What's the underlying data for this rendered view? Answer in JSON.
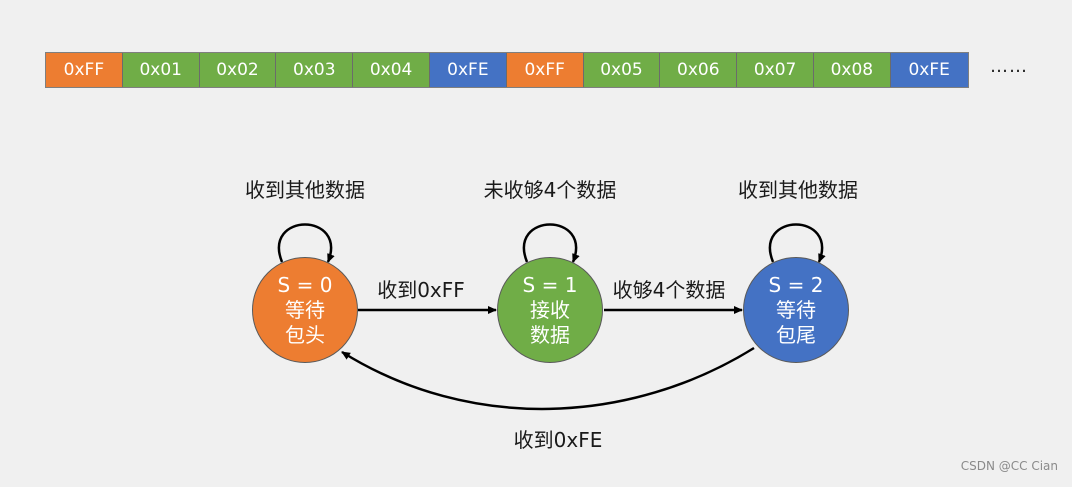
{
  "colors": {
    "orange": "#ed7d31",
    "green": "#70ad47",
    "blue": "#4472c4",
    "arrow": "#000000"
  },
  "byte_strip": [
    {
      "text": "0xFF",
      "color": "orange"
    },
    {
      "text": "0x01",
      "color": "green"
    },
    {
      "text": "0x02",
      "color": "green"
    },
    {
      "text": "0x03",
      "color": "green"
    },
    {
      "text": "0x04",
      "color": "green"
    },
    {
      "text": "0xFE",
      "color": "blue"
    },
    {
      "text": "0xFF",
      "color": "orange"
    },
    {
      "text": "0x05",
      "color": "green"
    },
    {
      "text": "0x06",
      "color": "green"
    },
    {
      "text": "0x07",
      "color": "green"
    },
    {
      "text": "0x08",
      "color": "green"
    },
    {
      "text": "0xFE",
      "color": "blue"
    }
  ],
  "ellipsis": "……",
  "states": [
    {
      "line1": "S = 0",
      "line2": "等待",
      "line3": "包头",
      "color": "orange",
      "self_loop_label": "收到其他数据"
    },
    {
      "line1": "S = 1",
      "line2": "接收",
      "line3": "数据",
      "color": "green",
      "self_loop_label": "未收够4个数据"
    },
    {
      "line1": "S = 2",
      "line2": "等待",
      "line3": "包尾",
      "color": "blue",
      "self_loop_label": "收到其他数据"
    }
  ],
  "transitions": {
    "s0_to_s1": "收到0xFF",
    "s1_to_s2": "收够4个数据",
    "s2_to_s0": "收到0xFE"
  },
  "watermark": "CSDN @CC Cian"
}
